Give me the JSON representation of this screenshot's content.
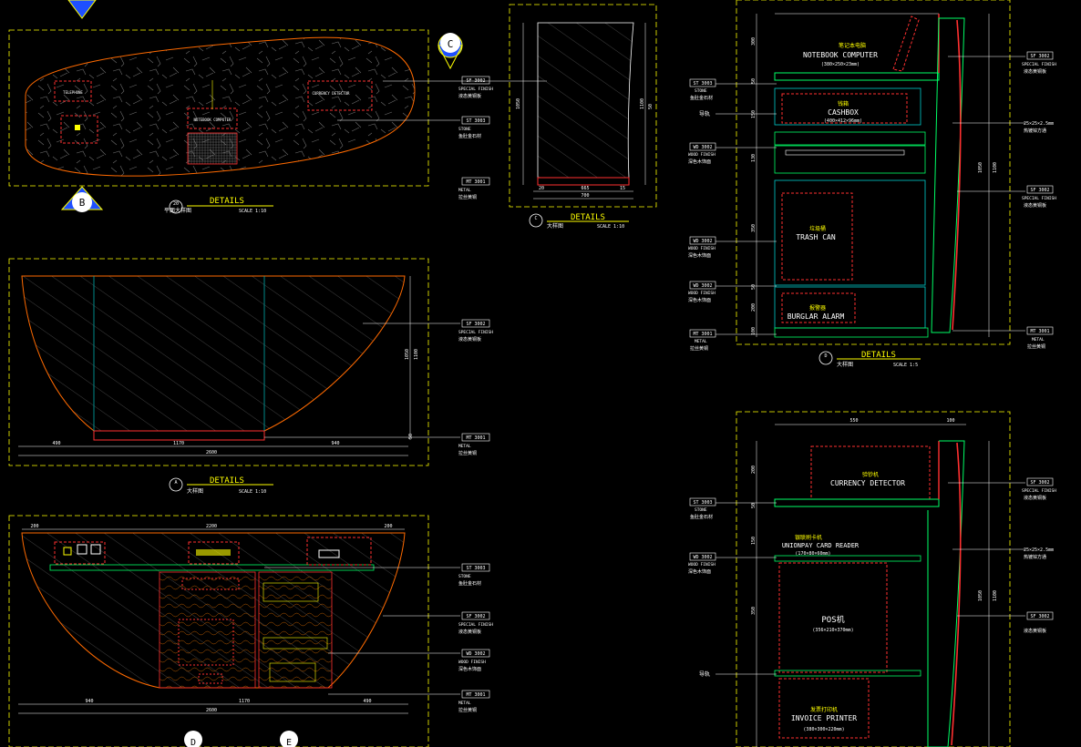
{
  "colors": {
    "background": "#000000",
    "frame": "#ffff00",
    "outline": "#ff6a00",
    "red": "#ff3030",
    "green": "#00ff66",
    "cyan": "#00cccc",
    "white": "#ffffff"
  },
  "plan": {
    "labels": {
      "telephone": "TELEPHONE",
      "currency": "CURRENCY DETECTOR",
      "notebook": "NOTEBOOK COMPUTER"
    },
    "markers": {
      "b": "B",
      "c": "C"
    },
    "title": "DETAILS",
    "num": "20",
    "sub": "平面大样图",
    "scale": "SCALE 1:10"
  },
  "elevA": {
    "title": "DETAILS",
    "num": "A",
    "sub": "大样图",
    "scale": "SCALE 1:10",
    "dims": {
      "left": "490",
      "mid": "1170",
      "right": "940",
      "total": "2600",
      "h1": "1050",
      "h2": "1100",
      "base": "50"
    }
  },
  "elevB": {
    "dims": {
      "l": "200",
      "m": "2200",
      "r": "200",
      "b1": "940",
      "b2": "1170",
      "b3": "490",
      "total": "2600"
    },
    "markers": {
      "d": "D",
      "e": "E"
    }
  },
  "sectionC": {
    "title": "DETAILS",
    "num": "C",
    "sub": "大样图",
    "scale": "SCALE 1:10",
    "dims": {
      "a": "20",
      "b": "665",
      "c": "15",
      "total": "700",
      "h1": "1050",
      "h2": "1100",
      "h3": "50"
    }
  },
  "sectionD": {
    "title": "DETAILS",
    "num": "D",
    "sub": "大样图",
    "scale": "SCALE 1:5",
    "items": {
      "notebook_cn": "笔记本电脑",
      "notebook": "NOTEBOOK COMPUTER",
      "notebook_size": "(380×250×23mm)",
      "cashbox_cn": "钱箱",
      "cashbox": "CASHBOX",
      "cashbox_size": "(400×412×96mm)",
      "rail": "导轨",
      "trash_cn": "垃圾桶",
      "trash": "TRASH CAN",
      "alarm_cn": "报警器",
      "alarm": "BURGLAR ALARM"
    },
    "dims": {
      "d1": "300",
      "d2": "50",
      "d3": "150",
      "d4": "130",
      "d5": "350",
      "d6": "50",
      "d7": "200",
      "d8": "100",
      "h1": "1050",
      "h2": "1100"
    }
  },
  "sectionE": {
    "items": {
      "currency_cn": "验钞机",
      "currency": "CURRENCY DETECTOR",
      "union_cn": "银联刷卡机",
      "union": "UNIONPAY CARD READER",
      "union_size": "(170×80×60mm)",
      "pos": "POS机",
      "pos_size": "(356×210×370mm)",
      "rail": "导轨",
      "printer_cn": "发票打印机",
      "printer": "INVOICE PRINTER",
      "printer_size": "(380×300×220mm)"
    },
    "dims": {
      "w1": "550",
      "w2": "100",
      "d1": "200",
      "d2": "50",
      "d3": "150",
      "d4": "350",
      "h1": "1050",
      "h2": "1100"
    }
  },
  "callouts": {
    "sf_code": "SF 3002",
    "sf_en": "SPECIAL FINISH",
    "sf_cn": "液态黄铜板",
    "st_code": "ST 3003",
    "st_en": "STONE",
    "st_cn": "鱼肚金石材",
    "mt_code": "MT 3001",
    "mt_en": "METAL",
    "mt_cn": "拉丝黄铜",
    "wd_code": "WD 3002",
    "wd_en": "WOOD FINISH",
    "wd_cn": "深色木饰面",
    "tube": "25×25×2.5mm",
    "tube_cn": "热镀锌方通",
    "st2_code": "ST 3003",
    "st2_en": "STONE",
    "st2_cn": "鱼肚金石材"
  }
}
